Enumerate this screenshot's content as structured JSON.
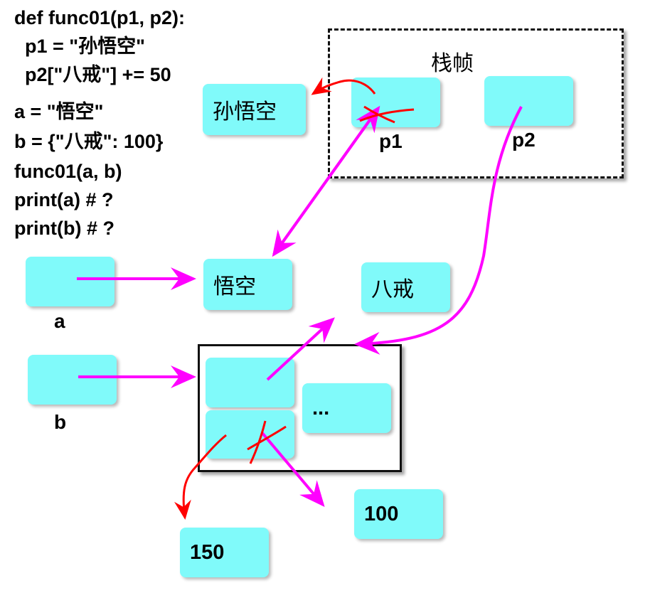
{
  "code_function": [
    "def func01(p1, p2):",
    "  p1 = \"孙悟空\"",
    "  p2[\"八戒\"] += 50"
  ],
  "code_main": [
    "a = \"悟空\"",
    "b = {\"八戒\": 100}",
    "func01(a, b)",
    "print(a) # ?",
    "print(b) # ?"
  ],
  "stack_frame": {
    "title": "栈帧",
    "params": [
      "p1",
      "p2"
    ]
  },
  "variables": [
    "a",
    "b"
  ],
  "values": {
    "sunwukong": "孙悟空",
    "wukong": "悟空",
    "bajie": "八戒",
    "ellipsis": "...",
    "v100": "100",
    "v150": "150"
  },
  "colors": {
    "cell": "#80fafa",
    "reference_arrow": "#ff00ff",
    "reassign_mark": "#ff0000"
  }
}
